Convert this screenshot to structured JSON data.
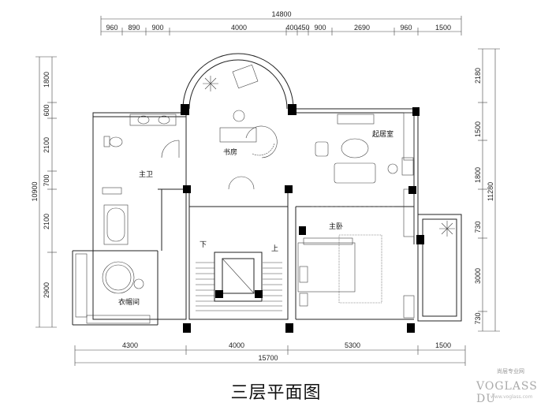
{
  "title": "三层平面图",
  "dimensions": {
    "top_total": "14800",
    "top_segments": [
      "960",
      "890",
      "900",
      "4000",
      "400",
      "450",
      "900",
      "2690",
      "960",
      "1500"
    ],
    "bottom_total": "15700",
    "bottom_segments": [
      "4300",
      "4000",
      "5300",
      "1500"
    ],
    "left_total": "10900",
    "left_segments": [
      "1800",
      "600",
      "2100",
      "700",
      "2100",
      "2900"
    ],
    "right_total": "11280",
    "right_segments": [
      "2180",
      "1500",
      "1800",
      "730",
      "3000",
      "730"
    ]
  },
  "rooms": {
    "study": "书房",
    "living": "起居室",
    "master_bath": "主卫",
    "master_bed": "主卧",
    "closet": "衣帽间"
  },
  "stairs": {
    "down": "下",
    "up": "上"
  },
  "watermark": {
    "line1": "尚层专业网",
    "line2": "VOGLASS DU",
    "line3": "www.voglass.com"
  }
}
